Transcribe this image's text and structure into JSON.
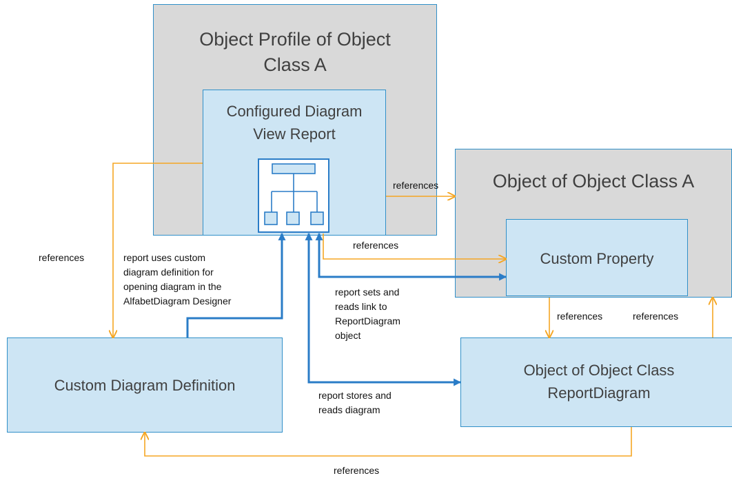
{
  "nodes": {
    "object_profile": "Object Profile of Object Class A",
    "configured_report": "Configured Diagram View Report",
    "object_class_a": "Object of Object Class A",
    "custom_property": "Custom Property",
    "custom_diagram_definition": "Custom Diagram Definition",
    "report_diagram_object": "Object of Object Class ReportDiagram"
  },
  "labels": {
    "references_top": "references",
    "references_left": "references",
    "references_property": "references",
    "references_down": "references",
    "references_up": "references",
    "references_bottom": "references",
    "uses_definition": "report uses custom\ndiagram definition for\nopening diagram in the\nAlfabetDiagram Designer",
    "sets_link": "report sets and\nreads link to\nReportDiagram\nobject",
    "stores_diagram": "report stores and\nreads diagram"
  },
  "colors": {
    "orange_arrow": "#f5a623",
    "blue_arrow": "#2a7cc7",
    "box_gray": "#d9d9d9",
    "box_blue": "#cde5f4",
    "box_border": "#2f8fc8"
  },
  "icons": {
    "report_icon": "org-chart-icon"
  }
}
